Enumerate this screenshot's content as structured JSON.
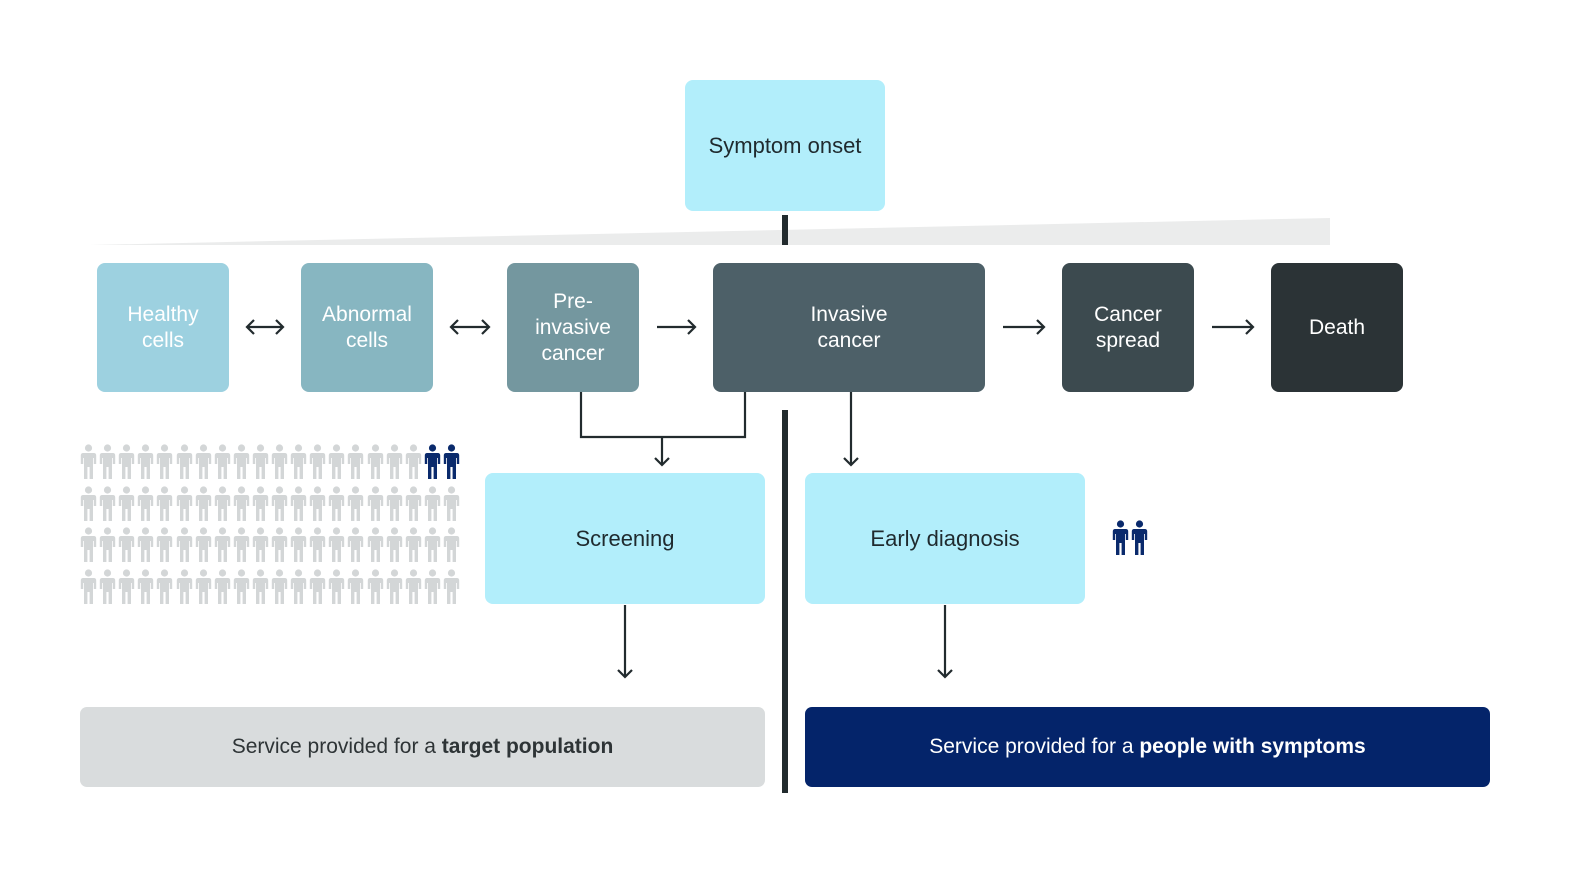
{
  "symptom_onset": {
    "label": "Symptom onset"
  },
  "stages": [
    {
      "label": "Healthy\ncells",
      "color": "#9dd1e0"
    },
    {
      "label": "Abnormal\ncells",
      "color": "#87b6c1"
    },
    {
      "label": "Pre-\ninvasive\ncancer",
      "color": "#74979f"
    },
    {
      "label": "Invasive\ncancer",
      "color": "#4d6068"
    },
    {
      "label": "Cancer\nspread",
      "color": "#3c4a4f"
    },
    {
      "label": "Death",
      "color": "#2b3336"
    }
  ],
  "connectors": [
    "bidirectional",
    "bidirectional",
    "forward",
    "forward",
    "forward"
  ],
  "screening": {
    "label": "Screening"
  },
  "early_diagnosis": {
    "label": "Early diagnosis"
  },
  "service_screening": {
    "prefix": "Service provided for a ",
    "bold": "target population"
  },
  "service_diagnosis": {
    "prefix": "Service provided for a ",
    "bold": "people with symptoms"
  },
  "population_icons": {
    "rows": 4,
    "per_row": 20,
    "highlighted": 2,
    "icon": "person-icon"
  },
  "symptomatic_icons": {
    "count": 2,
    "icon": "person-icon"
  },
  "colors": {
    "timeline_arrow": "#ebecec",
    "light_box": "#b2eefb",
    "screening_service_bg": "#d9dcdd",
    "diagnosis_service_bg": "#04246a",
    "person_grey": "#d3d6d7",
    "person_navy": "#0a2a6c",
    "line": "#222b2e"
  }
}
